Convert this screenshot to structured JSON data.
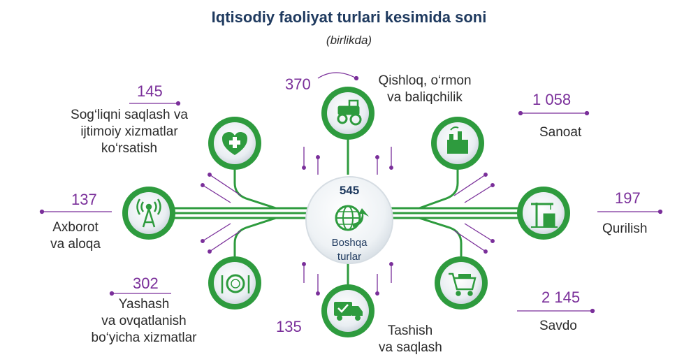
{
  "title": "Iqtisodiy faoliyat turlari kesimida soni",
  "subtitle": "(birlikda)",
  "center": {
    "value": "545",
    "label_line1": "Boshqa",
    "label_line2": "turlar",
    "icon": "globe-icon"
  },
  "nodes": [
    {
      "id": "agriculture",
      "value": "370",
      "lines": [
        "Qishloq, o‘rmon",
        "va baliqchilik"
      ],
      "icon": "tractor-icon"
    },
    {
      "id": "industry",
      "value": "1 058",
      "lines": [
        "Sanoat"
      ],
      "icon": "factory-icon"
    },
    {
      "id": "construction",
      "value": "197",
      "lines": [
        "Qurilish"
      ],
      "icon": "crane-icon"
    },
    {
      "id": "trade",
      "value": "2 145",
      "lines": [
        "Savdo"
      ],
      "icon": "cart-icon"
    },
    {
      "id": "transport",
      "value": "135",
      "lines": [
        "Tashish",
        "va saqlash"
      ],
      "icon": "truck-icon"
    },
    {
      "id": "hospitality",
      "value": "302",
      "lines": [
        "Yashash",
        "va ovqatlanish",
        "bo‘yicha xizmatlar"
      ],
      "icon": "plate-icon"
    },
    {
      "id": "communication",
      "value": "137",
      "lines": [
        "Axborot",
        "va aloqa"
      ],
      "icon": "antenna-icon"
    },
    {
      "id": "health",
      "value": "145",
      "lines": [
        "Sog‘liqni saqlash va",
        "ijtimoiy xizmatlar",
        "ko‘rsatish"
      ],
      "icon": "health-shield-icon"
    }
  ],
  "colors": {
    "green": "#2e9b3e",
    "purple": "#7a2f9a",
    "navy": "#1f3a5f"
  }
}
